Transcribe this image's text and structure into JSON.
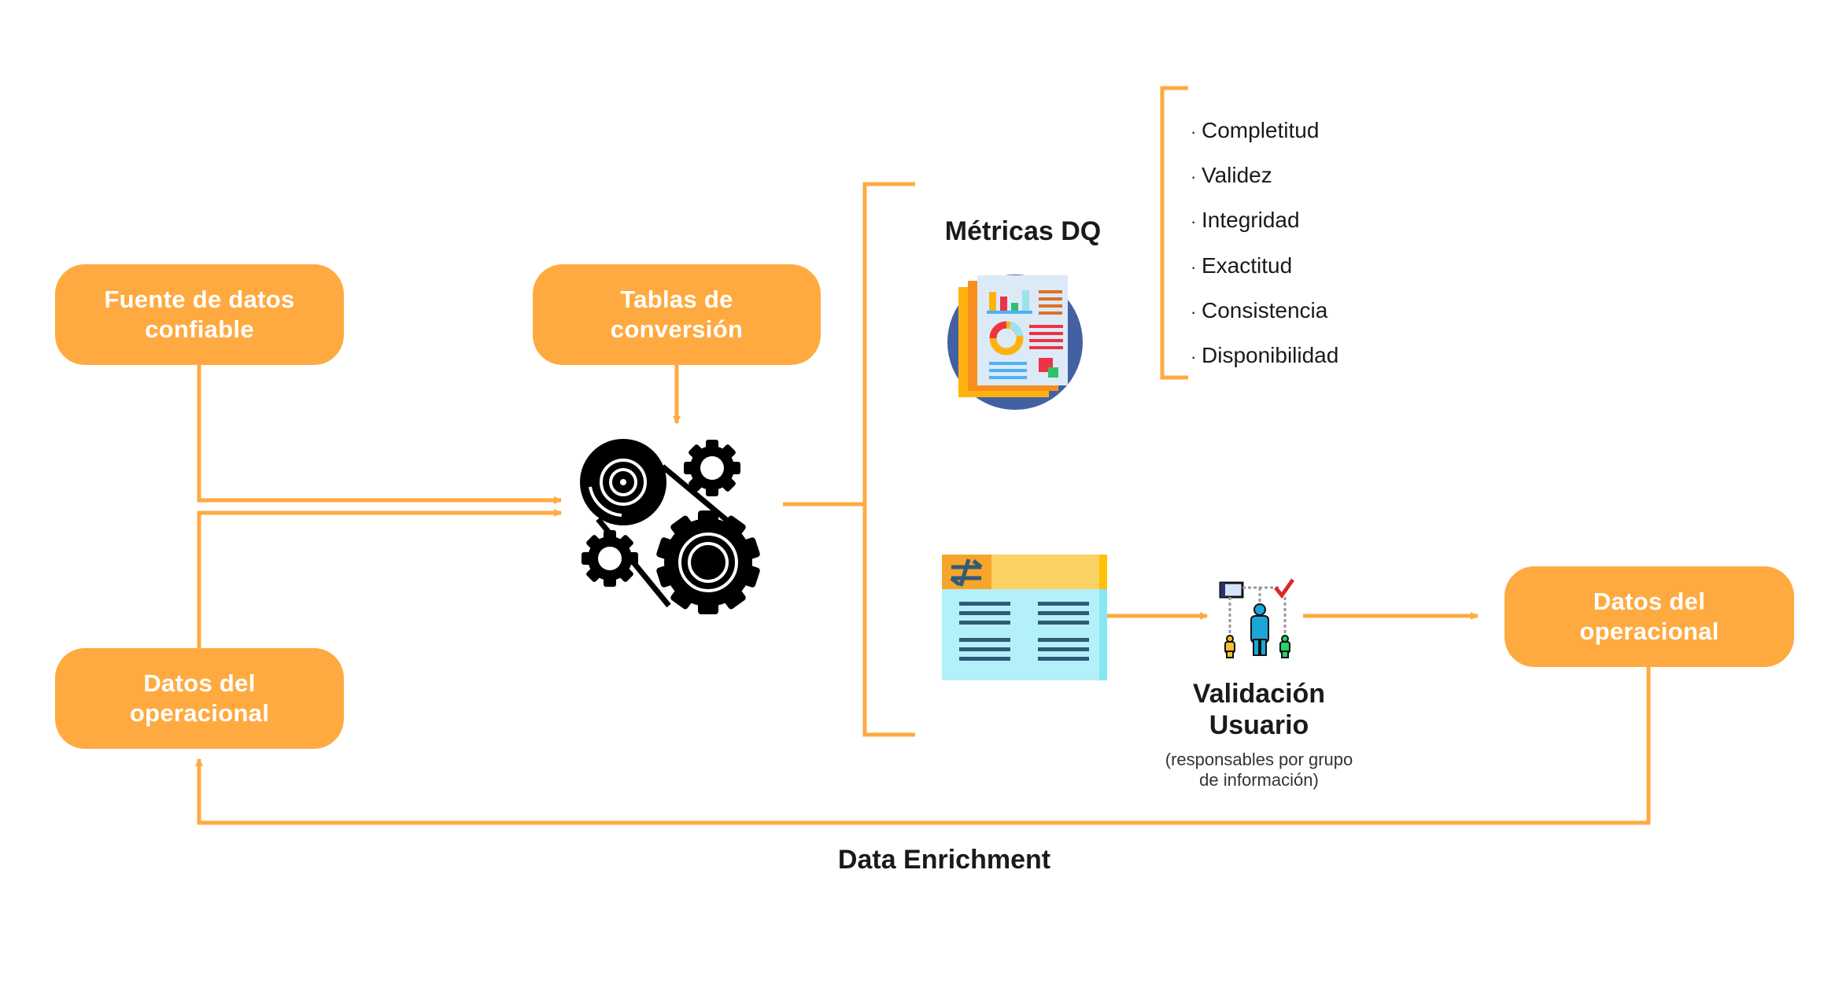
{
  "colors": {
    "accent": "#FFAA40",
    "box_text": "#FFFFFF",
    "label_text": "#1A1A1A",
    "gears": "#000000",
    "metrics_icon_circle": "#4360A3"
  },
  "nodes": {
    "source": {
      "line1": "Fuente de datos",
      "line2": "confiable"
    },
    "conversion_tables": {
      "line1": "Tablas de",
      "line2": "conversión"
    },
    "operational_in": {
      "line1": "Datos del",
      "line2": "operacional"
    },
    "operational_out": {
      "line1": "Datos del",
      "line2": "operacional"
    }
  },
  "processing": {
    "icon": "gears-belt-icon"
  },
  "metrics": {
    "title": "Métricas DQ",
    "icon": "report-dashboard-icon",
    "bullet": "·",
    "items": [
      "Completitud",
      "Validez",
      "Integridad",
      "Exactitud",
      "Consistencia",
      "Disponibilidad"
    ]
  },
  "validation": {
    "table_icon": "conversion-table-icon",
    "users_icon": "user-validation-icon",
    "title_line1": "Validación",
    "title_line2": "Usuario",
    "subtitle_line1": "(responsables por grupo",
    "subtitle_line2": "de información)"
  },
  "feedback_loop": {
    "label": "Data Enrichment"
  }
}
